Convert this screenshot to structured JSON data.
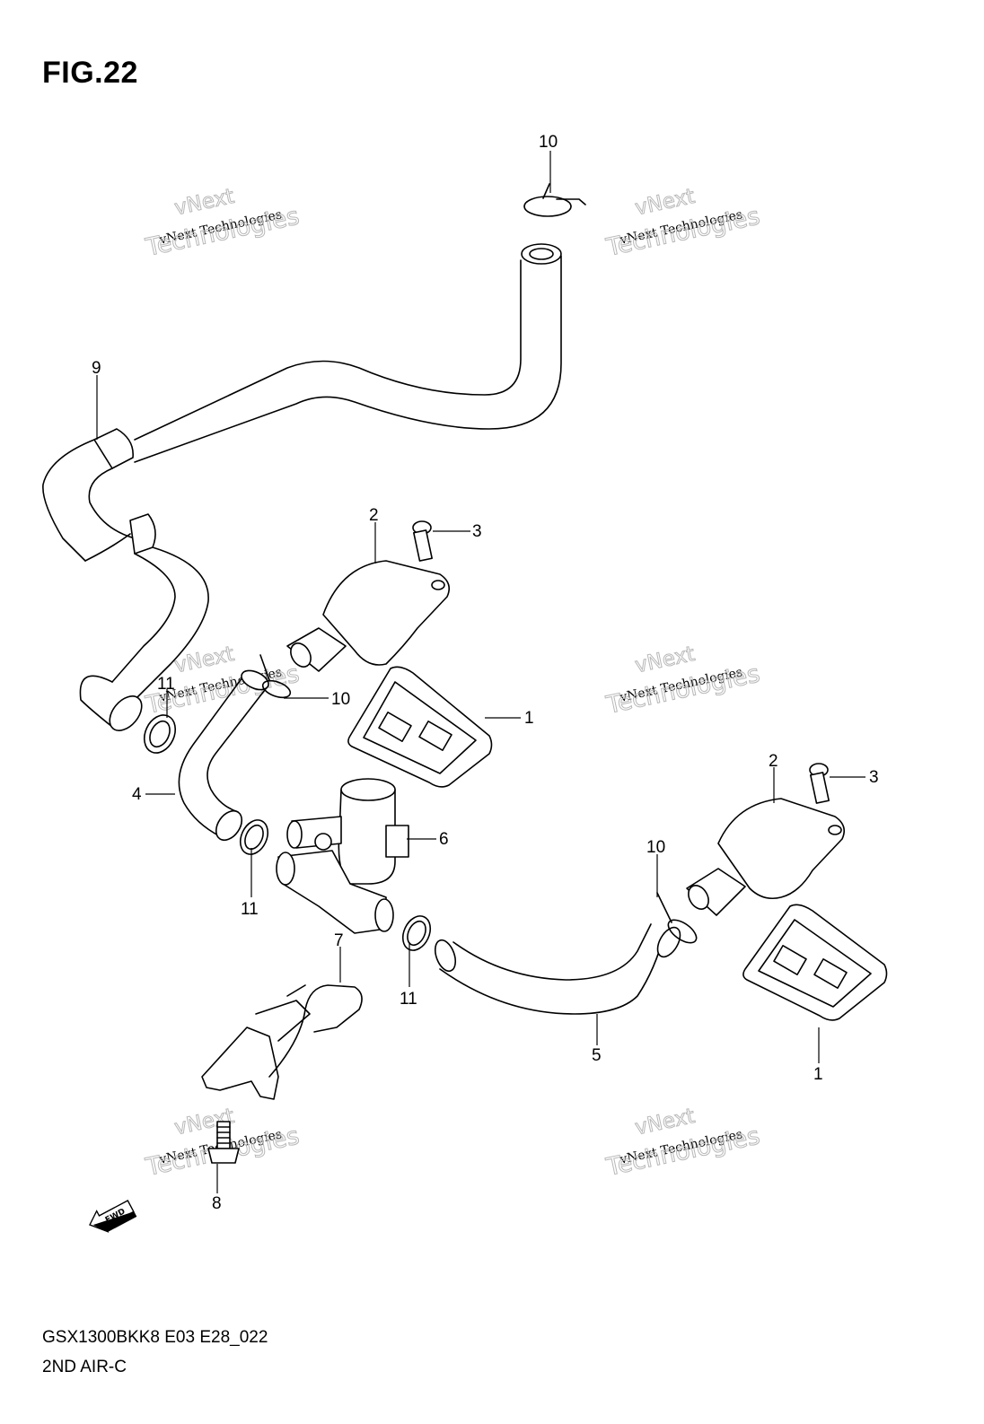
{
  "figure": {
    "title": "FIG.22",
    "model_code": "GSX1300BKK8 E03 E28_022",
    "diagram_name": "2ND AIR-C"
  },
  "watermark": {
    "line1": "vNext",
    "line2": "vNext Technologies",
    "line3": "Technologies"
  },
  "fwd_arrow": {
    "label": "FWD"
  },
  "callouts": [
    {
      "id": "c10a",
      "label": "10"
    },
    {
      "id": "c9",
      "label": "9"
    },
    {
      "id": "c2a",
      "label": "2"
    },
    {
      "id": "c3a",
      "label": "3"
    },
    {
      "id": "c11a",
      "label": "11"
    },
    {
      "id": "c10b",
      "label": "10"
    },
    {
      "id": "c1a",
      "label": "1"
    },
    {
      "id": "c4",
      "label": "4"
    },
    {
      "id": "c6",
      "label": "6"
    },
    {
      "id": "c11b",
      "label": "11"
    },
    {
      "id": "c2b",
      "label": "2"
    },
    {
      "id": "c3b",
      "label": "3"
    },
    {
      "id": "c10c",
      "label": "10"
    },
    {
      "id": "c7",
      "label": "7"
    },
    {
      "id": "c11c",
      "label": "11"
    },
    {
      "id": "c5",
      "label": "5"
    },
    {
      "id": "c1b",
      "label": "1"
    },
    {
      "id": "c8",
      "label": "8"
    }
  ]
}
